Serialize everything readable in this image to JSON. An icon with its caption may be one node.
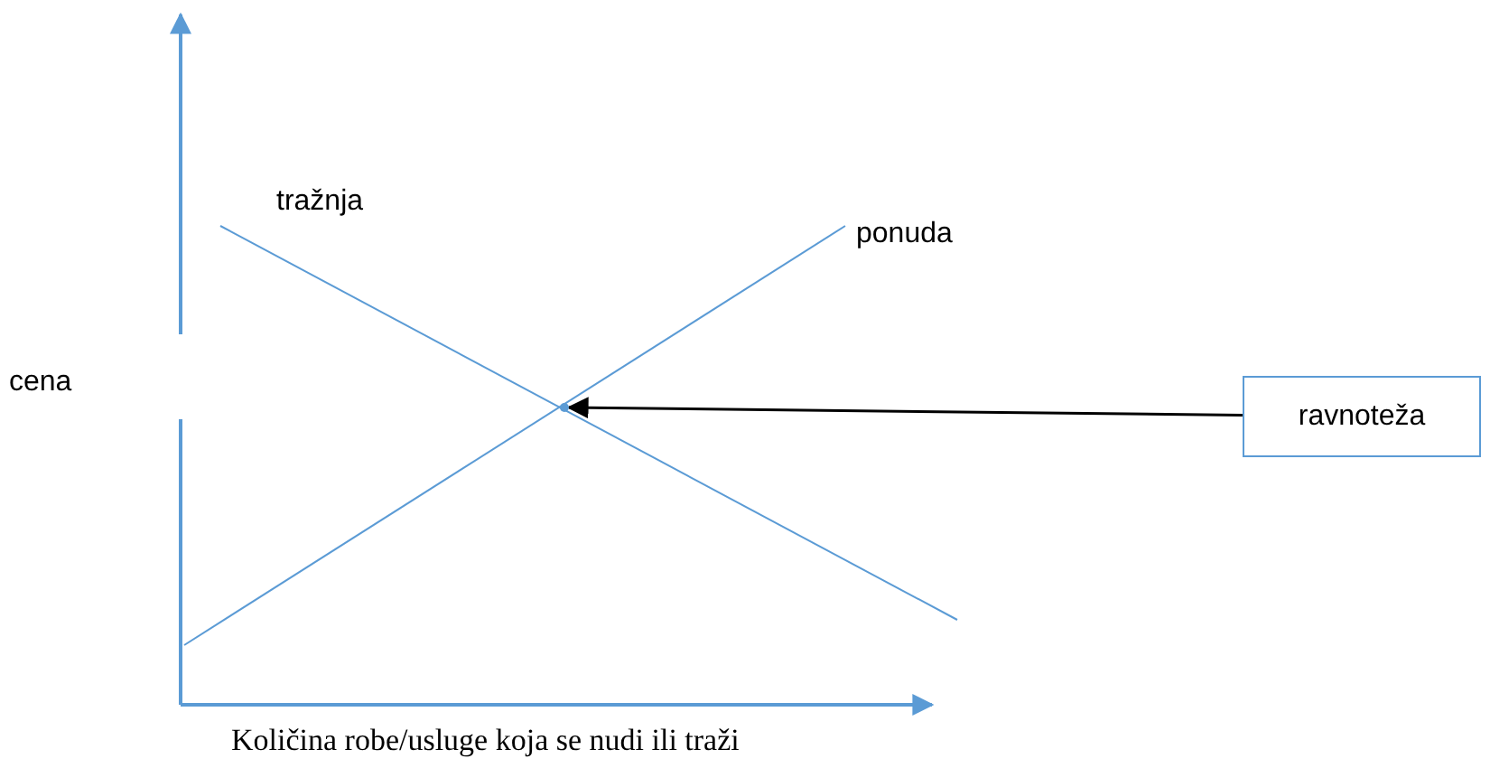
{
  "diagram": {
    "nodes": [
      {
        "text": [
          "ravnoteža"
        ]
      },
      {
        "text": [],
        "shape": "point"
      }
    ],
    "edges": [
      {
        "from": 0,
        "to": 1,
        "arrow": "to"
      }
    ],
    "labels": [
      "tražnja",
      "ponuda",
      "cena",
      "Količina robe/usluge koja se nudi ili traži"
    ]
  }
}
